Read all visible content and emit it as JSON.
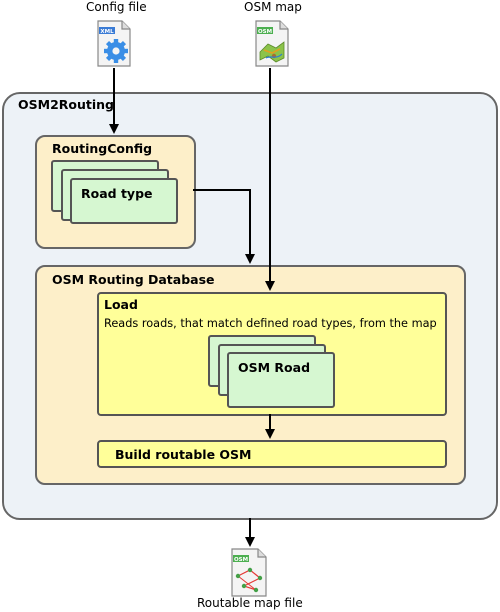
{
  "inputs": {
    "config_file_label": "Config file",
    "config_file_badge": "XML",
    "osm_map_label": "OSM map",
    "osm_map_badge": "OSM"
  },
  "output": {
    "routable_map_label": "Routable map file",
    "routable_map_badge": "OSM"
  },
  "osm2routing": {
    "title": "OSM2Routing"
  },
  "routing_config": {
    "title": "RoutingConfig",
    "card_label": "Road type"
  },
  "database": {
    "title": "OSM Routing Database",
    "load": {
      "title": "Load",
      "description": "Reads roads, that match defined road types, from the map",
      "card_label": "OSM Road"
    },
    "build": {
      "label": "Build routable OSM"
    }
  },
  "colors": {
    "outer_fill": "#edf2f7",
    "panel_fill": "#fdefc9",
    "step_fill": "#ffff99",
    "card_fill": "#d6f7d1",
    "arrow": "#000000"
  }
}
